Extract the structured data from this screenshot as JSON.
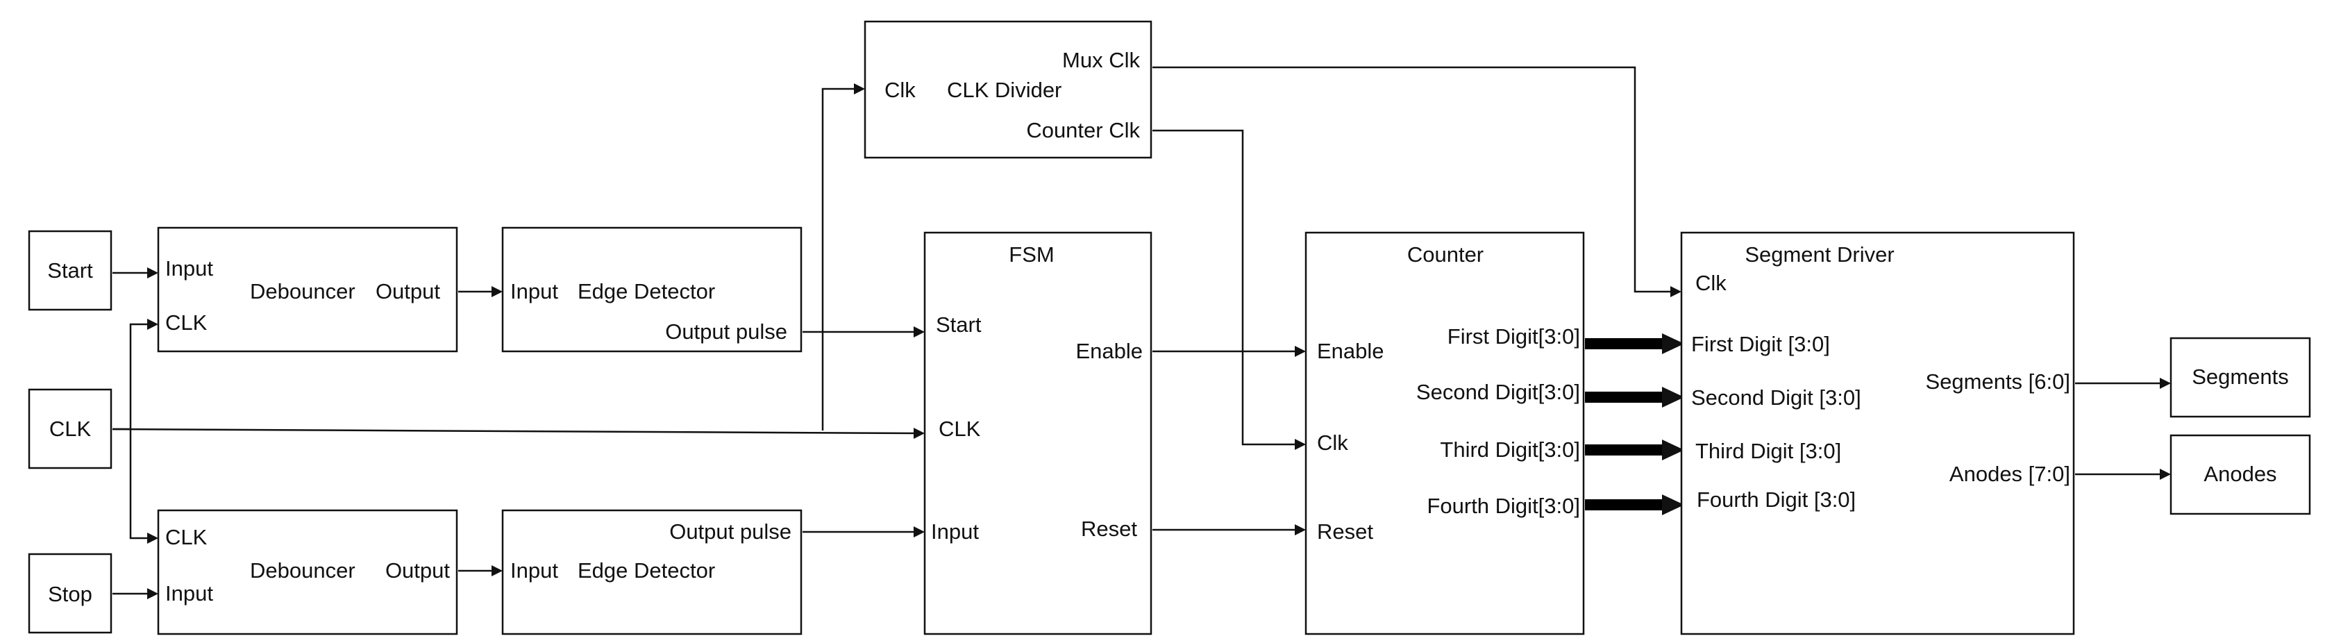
{
  "inputs": {
    "start": "Start",
    "clk": "CLK",
    "stop": "Stop"
  },
  "debouncer_start": {
    "input": "Input",
    "clk": "CLK",
    "title": "Debouncer",
    "output": "Output"
  },
  "debouncer_stop": {
    "clk": "CLK",
    "input": "Input",
    "title": "Debouncer",
    "output": "Output"
  },
  "edge_detector_start": {
    "input": "Input",
    "title": "Edge Detector",
    "output": "Output pulse"
  },
  "edge_detector_stop": {
    "output": "Output pulse",
    "input": "Input",
    "title": "Edge Detector"
  },
  "clk_divider": {
    "clk": "Clk",
    "title": "CLK Divider",
    "mux_clk": "Mux Clk",
    "counter_clk": "Counter Clk"
  },
  "fsm": {
    "title": "FSM",
    "start": "Start",
    "clk": "CLK",
    "input": "Input",
    "enable": "Enable",
    "reset": "Reset"
  },
  "counter": {
    "title": "Counter",
    "enable": "Enable",
    "clk": "Clk",
    "reset": "Reset",
    "first_digit": "First Digit[3:0]",
    "second_digit": "Second Digit[3:0]",
    "third_digit": "Third Digit[3:0]",
    "fourth_digit": "Fourth Digit[3:0]"
  },
  "segment_driver": {
    "title": "Segment Driver",
    "clk": "Clk",
    "first_digit": "First Digit [3:0]",
    "second_digit": "Second Digit [3:0]",
    "third_digit": "Third Digit [3:0]",
    "fourth_digit": "Fourth Digit [3:0]",
    "segments": "Segments [6:0]",
    "anodes": "Anodes [7:0]"
  },
  "outputs": {
    "segments": "Segments",
    "anodes": "Anodes"
  }
}
